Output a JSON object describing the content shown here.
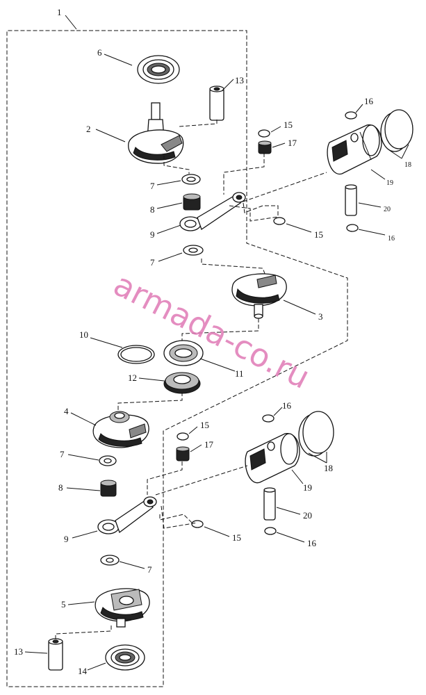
{
  "watermark": "armada-co.ru",
  "callouts": {
    "c1": "1",
    "c2": "2",
    "c3": "3",
    "c4": "4",
    "c5": "5",
    "c6": "6",
    "c7a": "7",
    "c7b": "7",
    "c7c": "7",
    "c7d": "7",
    "c8a": "8",
    "c8b": "8",
    "c9a": "9",
    "c9b": "9",
    "c10": "10",
    "c11": "11",
    "c12": "12",
    "c13a": "13",
    "c13b": "13",
    "c14": "14",
    "c15a": "15",
    "c15b": "15",
    "c15c": "15",
    "c15d": "15",
    "c16a": "16",
    "c16b": "16",
    "c16c": "16",
    "c16d": "16",
    "c17a": "17",
    "c17b": "17",
    "c18a": "18",
    "c18b": "18",
    "c19a": "19",
    "c19b": "19",
    "c20a": "20",
    "c20b": "20"
  }
}
